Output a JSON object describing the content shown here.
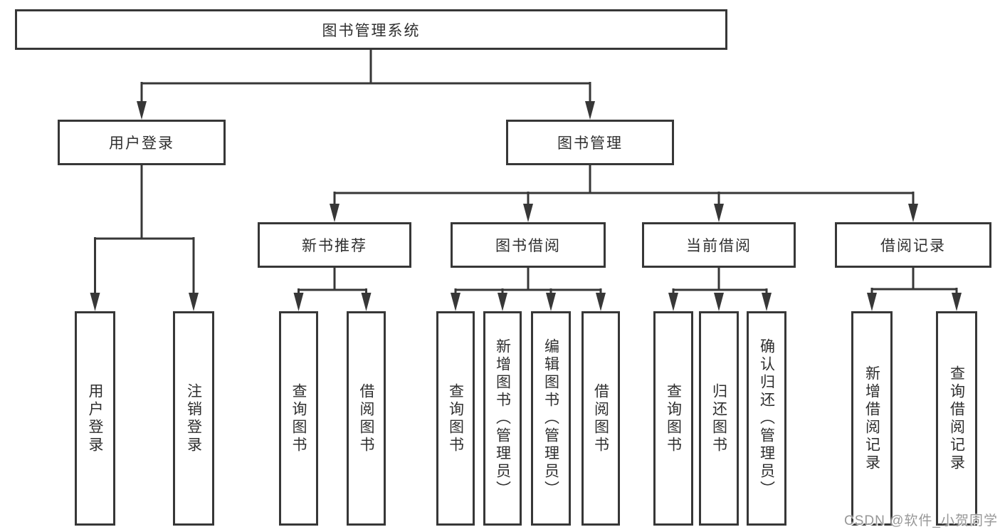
{
  "tree": {
    "label": "图书管理系统",
    "children": [
      {
        "label": "用户登录",
        "children": [
          {
            "label": "用户登录"
          },
          {
            "label": "注销登录"
          }
        ]
      },
      {
        "label": "图书管理",
        "children": [
          {
            "label": "新书推荐",
            "children": [
              {
                "label": "查询图书"
              },
              {
                "label": "借阅图书"
              }
            ]
          },
          {
            "label": "图书借阅",
            "children": [
              {
                "label": "查询图书"
              },
              {
                "label": "新增图书（管理员）"
              },
              {
                "label": "编辑图书（管理员）"
              },
              {
                "label": "借阅图书"
              }
            ]
          },
          {
            "label": "当前借阅",
            "children": [
              {
                "label": "查询图书"
              },
              {
                "label": "归还图书"
              },
              {
                "label": "确认归还（管理员）"
              }
            ]
          },
          {
            "label": "借阅记录",
            "children": [
              {
                "label": "新增借阅记录"
              },
              {
                "label": "查询借阅记录"
              }
            ]
          }
        ]
      }
    ]
  },
  "watermark": {
    "text": "CSDN @软件_小贺同学"
  },
  "colors": {
    "line": "#373737",
    "node_text": "#2f2f2f",
    "watermark_text": "#979797",
    "background": "#ffffff"
  }
}
